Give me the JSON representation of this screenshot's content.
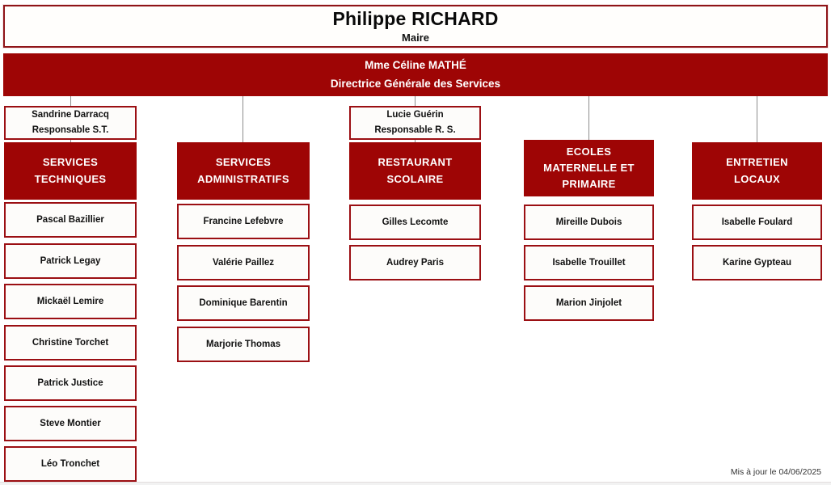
{
  "theme": {
    "red": "#9e0505",
    "border_red": "#9b0f13",
    "text_dark": "#111111",
    "text_light": "#ffffff",
    "connector_gray": "#8d8d8d"
  },
  "head": {
    "name": "Philippe RICHARD",
    "role": "Maire"
  },
  "director": {
    "name": "Mme Céline MATHÉ",
    "role": "Directrice Générale des Services"
  },
  "columns": [
    {
      "id": "services-techniques",
      "manager": {
        "name": "Sandrine Darracq",
        "role": "Responsable S.T."
      },
      "department": {
        "lines": [
          "SERVICES",
          "TECHNIQUES"
        ]
      },
      "staff": [
        "Pascal Bazillier",
        "Patrick Legay",
        "Mickaël Lemire",
        "Christine Torchet",
        "Patrick Justice",
        "Steve Montier",
        "Léo Tronchet"
      ]
    },
    {
      "id": "services-administratifs",
      "manager": null,
      "department": {
        "lines": [
          "SERVICES",
          "ADMINISTRATIFS"
        ]
      },
      "staff": [
        "Francine Lefebvre",
        "Valérie Paillez",
        "Dominique Barentin",
        "Marjorie Thomas"
      ]
    },
    {
      "id": "restaurant-scolaire",
      "manager": {
        "name": "Lucie Guérin",
        "role": "Responsable R. S."
      },
      "department": {
        "lines": [
          "RESTAURANT",
          "SCOLAIRE"
        ]
      },
      "staff": [
        "Gilles Lecomte",
        "Audrey Paris"
      ]
    },
    {
      "id": "ecoles-maternelle-primaire",
      "manager": null,
      "department": {
        "lines": [
          "ECOLES",
          "MATERNELLE ET",
          "PRIMAIRE"
        ]
      },
      "staff": [
        "Mireille Dubois",
        "Isabelle Trouillet",
        "Marion Jinjolet"
      ]
    },
    {
      "id": "entretien-locaux",
      "manager": null,
      "department": {
        "lines": [
          "ENTRETIEN",
          "LOCAUX"
        ]
      },
      "staff": [
        "Isabelle Foulard",
        "Karine Gypteau"
      ]
    }
  ],
  "footer": {
    "updated": "Mis à jour le 04/06/2025"
  }
}
